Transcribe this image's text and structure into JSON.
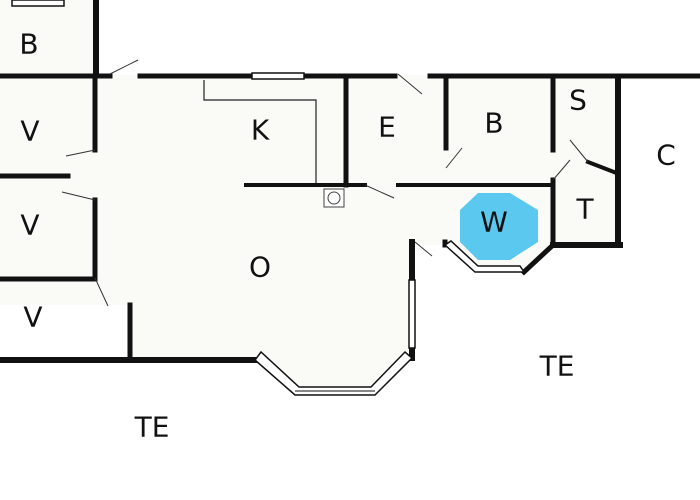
{
  "colors": {
    "background": "#ffffff",
    "floor": "#fafaf7",
    "wall": "#111111",
    "highlight": "#5bc8f0"
  },
  "labels": {
    "bedroom_top_left": "B",
    "room_v1": "V",
    "room_v2": "V",
    "room_v3": "V",
    "kitchen": "K",
    "entrance": "E",
    "bedroom_middle": "B",
    "shower": "S",
    "toilet": "T",
    "carport": "C",
    "whirlpool": "W",
    "living": "O",
    "terrace_right": "TE",
    "terrace_bottom": "TE"
  },
  "icons": {
    "stove": "stove-icon"
  }
}
